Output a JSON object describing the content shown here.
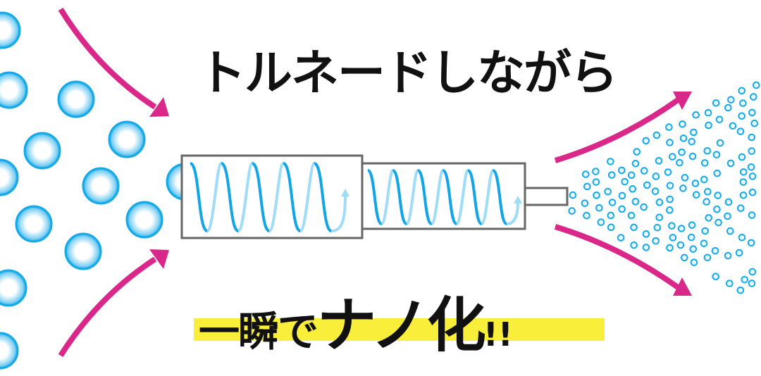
{
  "headline": "トルネードしながら",
  "caption": {
    "part1": "一瞬で",
    "part2": "ナノ化",
    "part3": "!!"
  },
  "colors": {
    "arrow": "#d9288a",
    "bubble": "#14a9e8",
    "spiral_dark": "#13a5e6",
    "spiral_light": "#9fdcf7",
    "tube": "#666666",
    "highlight": "#f9ef3a"
  }
}
